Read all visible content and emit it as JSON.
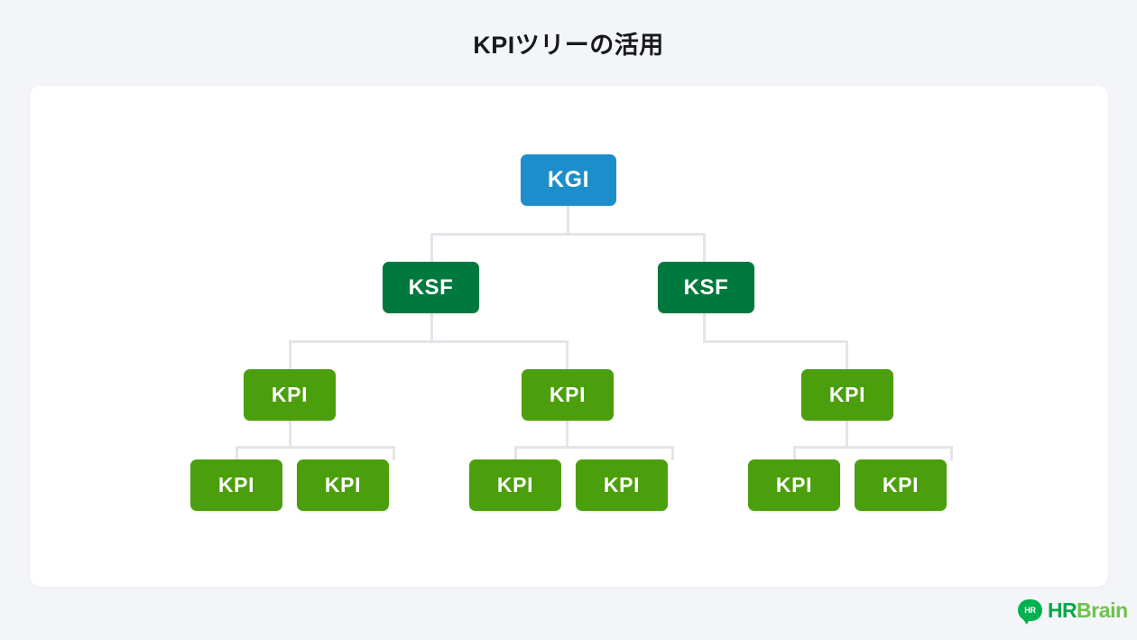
{
  "page": {
    "title": "KPIツリーの活用",
    "background_color": "#f4f5f8",
    "card_color": "#ffffff"
  },
  "colors": {
    "kgi": "#1d8ecb",
    "ksf": "#00793e",
    "kpi": "#4c9f0c",
    "connector": "#e3e5e9",
    "title_text": "#18191b"
  },
  "chart_data": {
    "type": "diagram",
    "diagram_type": "tree",
    "title": "KPIツリーの活用",
    "levels": [
      {
        "name": "level-1",
        "label_type": "KGI",
        "count": 1
      },
      {
        "name": "level-2",
        "label_type": "KSF",
        "count": 2
      },
      {
        "name": "level-3",
        "label_type": "KPI",
        "count": 3
      },
      {
        "name": "level-4",
        "label_type": "KPI",
        "count": 6
      }
    ]
  },
  "tree": {
    "root": {
      "label": "KGI"
    },
    "ksf": [
      {
        "label": "KSF"
      },
      {
        "label": "KSF"
      }
    ],
    "kpi_mid": [
      {
        "label": "KPI"
      },
      {
        "label": "KPI"
      },
      {
        "label": "KPI"
      }
    ],
    "kpi_leaf": [
      {
        "label": "KPI"
      },
      {
        "label": "KPI"
      },
      {
        "label": "KPI"
      },
      {
        "label": "KPI"
      },
      {
        "label": "KPI"
      },
      {
        "label": "KPI"
      }
    ]
  },
  "brand": {
    "bubble_text": "HR",
    "word_primary": "HR",
    "word_secondary": "Brain"
  }
}
